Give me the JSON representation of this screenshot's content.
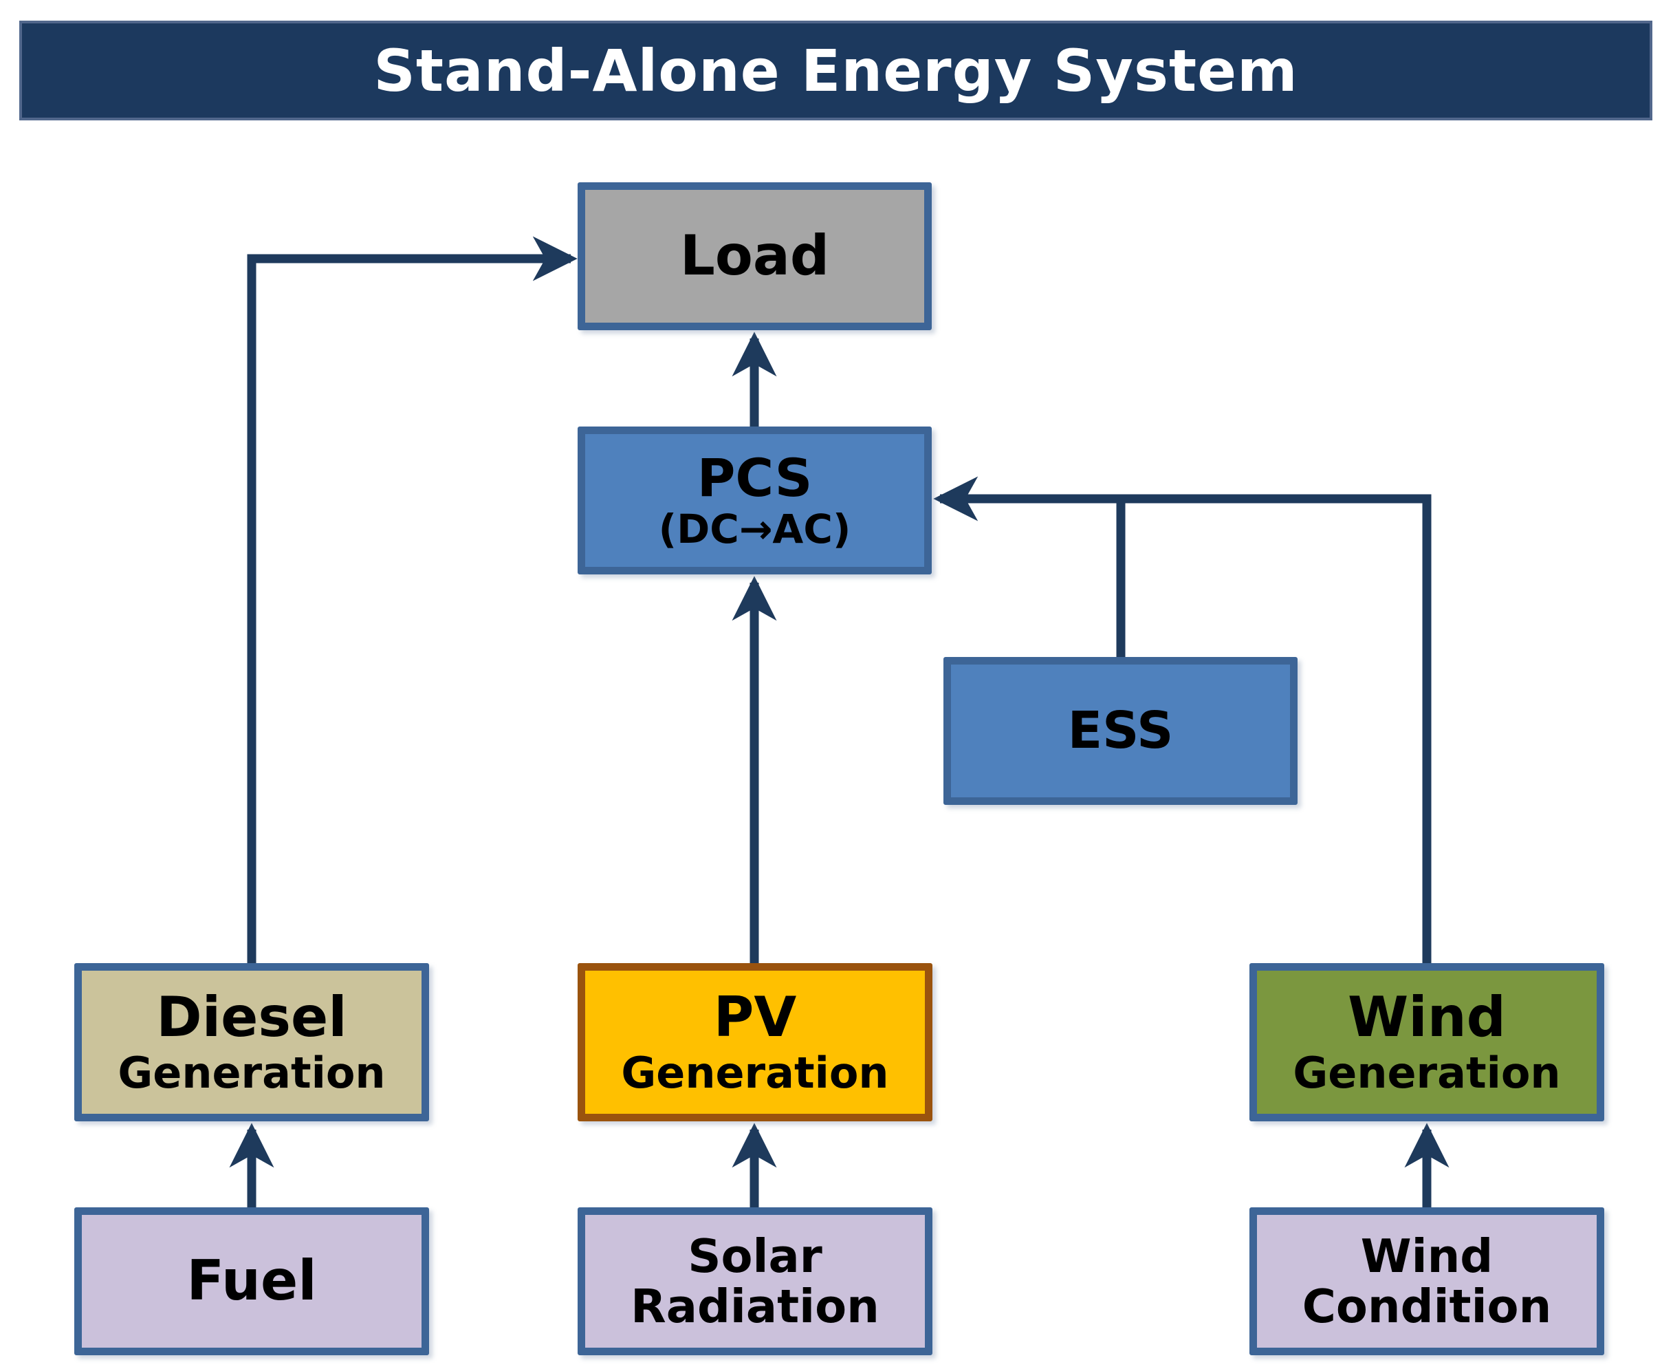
{
  "title": {
    "text": "Stand-Alone Energy System"
  },
  "nodes": {
    "load": {
      "label": "Load"
    },
    "pcs": {
      "label": "PCS",
      "sublabel": "(DC→AC)"
    },
    "ess": {
      "label": "ESS"
    },
    "diesel": {
      "label": "Diesel",
      "sublabel": "Generation"
    },
    "pv": {
      "label": "PV",
      "sublabel": "Generation"
    },
    "wind": {
      "label": "Wind",
      "sublabel": "Generation"
    },
    "fuel": {
      "label": "Fuel"
    },
    "solar": {
      "line1": "Solar",
      "line2": "Radiation"
    },
    "wind_condition": {
      "line1": "Wind",
      "line2": "Condition"
    }
  },
  "connections": [
    {
      "from": "Diesel Generation",
      "to": "Load",
      "arrowhead": true
    },
    {
      "from": "PCS",
      "to": "Load",
      "arrowhead": true
    },
    {
      "from": "PV Generation",
      "to": "PCS",
      "arrowhead": true
    },
    {
      "from": "Wind Generation",
      "to": "PCS",
      "arrowhead": true
    },
    {
      "from": "ESS",
      "to": "Wind Generation → PCS line",
      "arrowhead": false
    },
    {
      "from": "Fuel",
      "to": "Diesel Generation",
      "arrowhead": true
    },
    {
      "from": "Solar Radiation",
      "to": "PV Generation",
      "arrowhead": true
    },
    {
      "from": "Wind Condition",
      "to": "Wind Generation",
      "arrowhead": true
    }
  ],
  "palette": {
    "title_bar": "#1C395E",
    "title_text": "#FFFFFF",
    "connector": "#1E3A5C",
    "border_blue": "#3D6597",
    "fill_blue": "#4F81BD",
    "fill_gray": "#A6A6A6",
    "fill_tan": "#CBC39B",
    "fill_orange": "#FFC000",
    "border_orange": "#9A530E",
    "fill_green": "#7B973F",
    "fill_lavender": "#CBC1DB",
    "node_text": "#000000"
  }
}
